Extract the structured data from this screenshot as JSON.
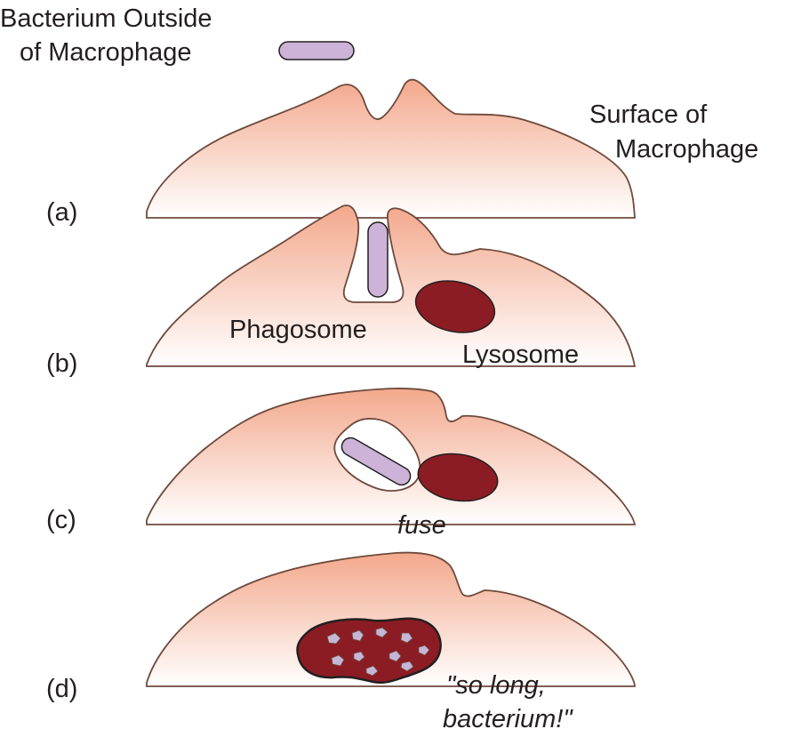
{
  "labels": {
    "bacterium_outside_line1": "Bacterium Outside",
    "bacterium_outside_line2": "of Macrophage",
    "surface_line1": "Surface of",
    "surface_line2": "Macrophage",
    "stage_a": "(a)",
    "stage_b": "(b)",
    "stage_c": "(c)",
    "stage_d": "(d)",
    "phagosome": "Phagosome",
    "lysosome": "Lysosome",
    "fuse": "fuse",
    "quote_line1": "\"so long,",
    "quote_line2": "bacterium!\""
  },
  "colors": {
    "cell_top": "#f3a98d",
    "cell_bottom": "#ffffff",
    "outline": "#6e4a3c",
    "bacterium": "#cdb3d8",
    "lysosome": "#8b1c24",
    "debris": "#c6b6d6",
    "text": "#231f20"
  }
}
